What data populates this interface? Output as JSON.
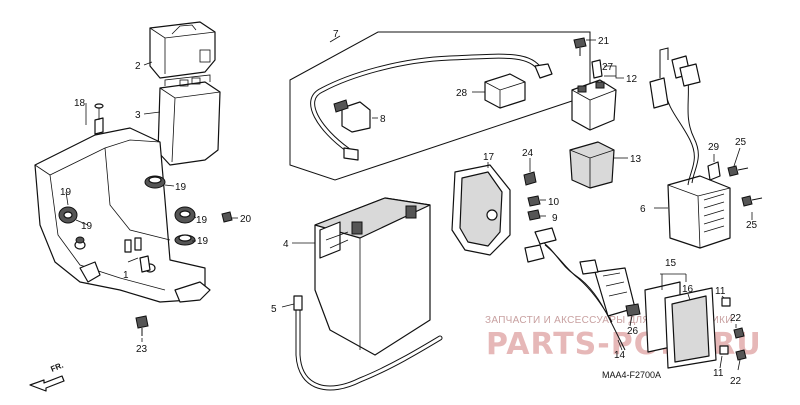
{
  "diagram": {
    "code": "MAA4-F2700A",
    "direction": "FR.",
    "watermark": {
      "top": "ЗАПЧАСТИ И АКСЕССУАРЫ ДЛЯ МОТОТЕХНИКИ",
      "main": "PARTS-PORT.RU"
    },
    "callouts": {
      "c1": "1",
      "c2": "2",
      "c3": "3",
      "c4": "4",
      "c5": "5",
      "c6": "6",
      "c7": "7",
      "c8": "8",
      "c9": "9",
      "c10": "10",
      "c11a": "11",
      "c11b": "11",
      "c12": "12",
      "c13": "13",
      "c14": "14",
      "c15": "15",
      "c16": "16",
      "c17": "17",
      "c18": "18",
      "c19a": "19",
      "c19b": "19",
      "c19c": "19",
      "c19d": "19",
      "c19e": "19",
      "c20": "20",
      "c21": "21",
      "c22a": "22",
      "c22b": "22",
      "c23": "23",
      "c24": "24",
      "c25a": "25",
      "c25b": "25",
      "c26": "26",
      "c27": "27",
      "c28": "28",
      "c29": "29"
    }
  }
}
